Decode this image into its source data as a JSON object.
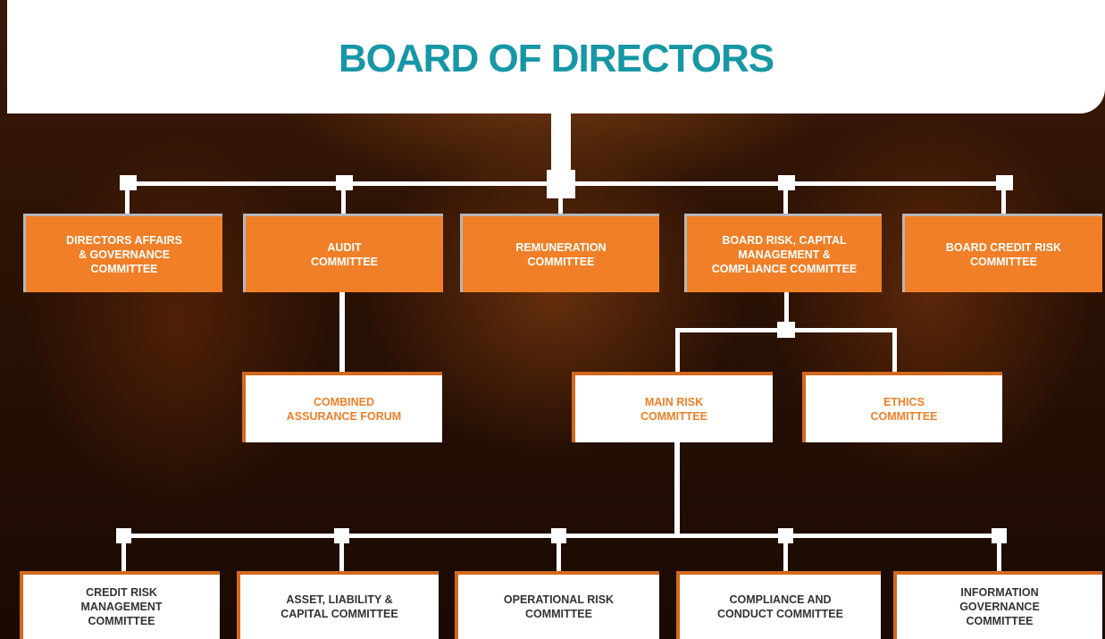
{
  "title": "BOARD OF DIRECTORS",
  "colors": {
    "orange": "#f07f27",
    "teal": "#1797a6",
    "white": "#ffffff"
  },
  "board_committees": [
    "DIRECTORS AFFAIRS\n& GOVERNANCE\nCOMMITTEE",
    "AUDIT\nCOMMITTEE",
    "REMUNERATION\nCOMMITTEE",
    "BOARD RISK, CAPITAL\nMANAGEMENT &\nCOMPLIANCE COMMITTEE",
    "BOARD CREDIT RISK\nCOMMITTEE"
  ],
  "forums": {
    "combined_assurance": "COMBINED\nASSURANCE FORUM",
    "main_risk": "MAIN RISK\nCOMMITTEE",
    "ethics": "ETHICS\nCOMMITTEE"
  },
  "management_committees": [
    "CREDIT RISK\nMANAGEMENT\nCOMMITTEE",
    "ASSET, LIABILITY &\nCAPITAL COMMITTEE",
    "OPERATIONAL RISK\nCOMMITTEE",
    "COMPLIANCE AND\nCONDUCT COMMITTEE",
    "INFORMATION\nGOVERNANCE\nCOMMITTEE"
  ]
}
